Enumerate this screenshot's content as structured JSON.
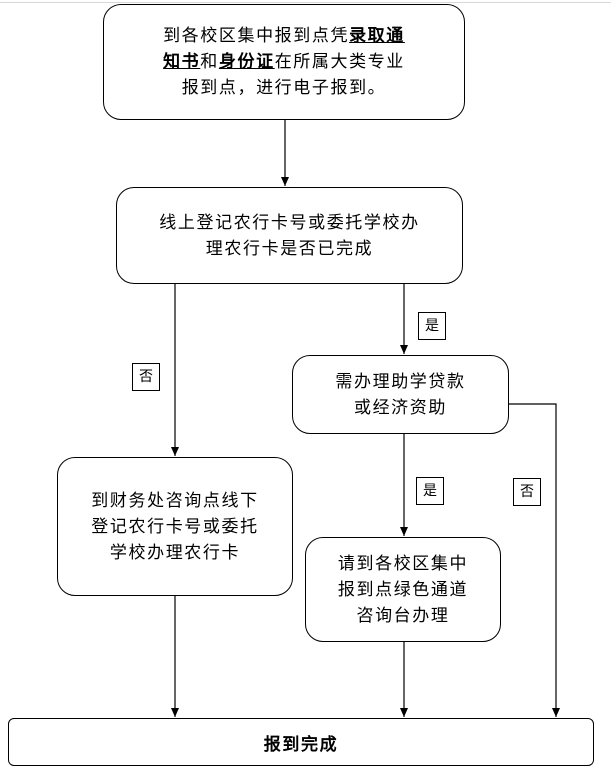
{
  "flowchart": {
    "step1": {
      "line1_prefix": "到各校区集中报到点凭",
      "line1_bold": "录取通",
      "line2_bold_a": "知书",
      "line2_mid": "和",
      "line2_bold_b": "身份证",
      "line2_suffix": "在所属大类专业",
      "line3": "报到点，进行电子报到。"
    },
    "step2": {
      "line1": "线上登记农行卡号或委托学校办",
      "line2": "理农行卡是否已完成"
    },
    "step3_left": {
      "line1": "到财务处咨询点线下",
      "line2": "登记农行卡号或委托",
      "line3": "学校办理农行卡"
    },
    "step3_right": {
      "line1": "需办理助学贷款",
      "line2": "或经济资助"
    },
    "step4_right": {
      "line1": "请到各校区集中",
      "line2": "报到点绿色通道",
      "line3": "咨询台办理"
    },
    "end": {
      "label": "报到完成"
    },
    "edge_labels": {
      "step2_yes": "是",
      "step2_no": "否",
      "aid_yes": "是",
      "aid_no": "否"
    }
  }
}
